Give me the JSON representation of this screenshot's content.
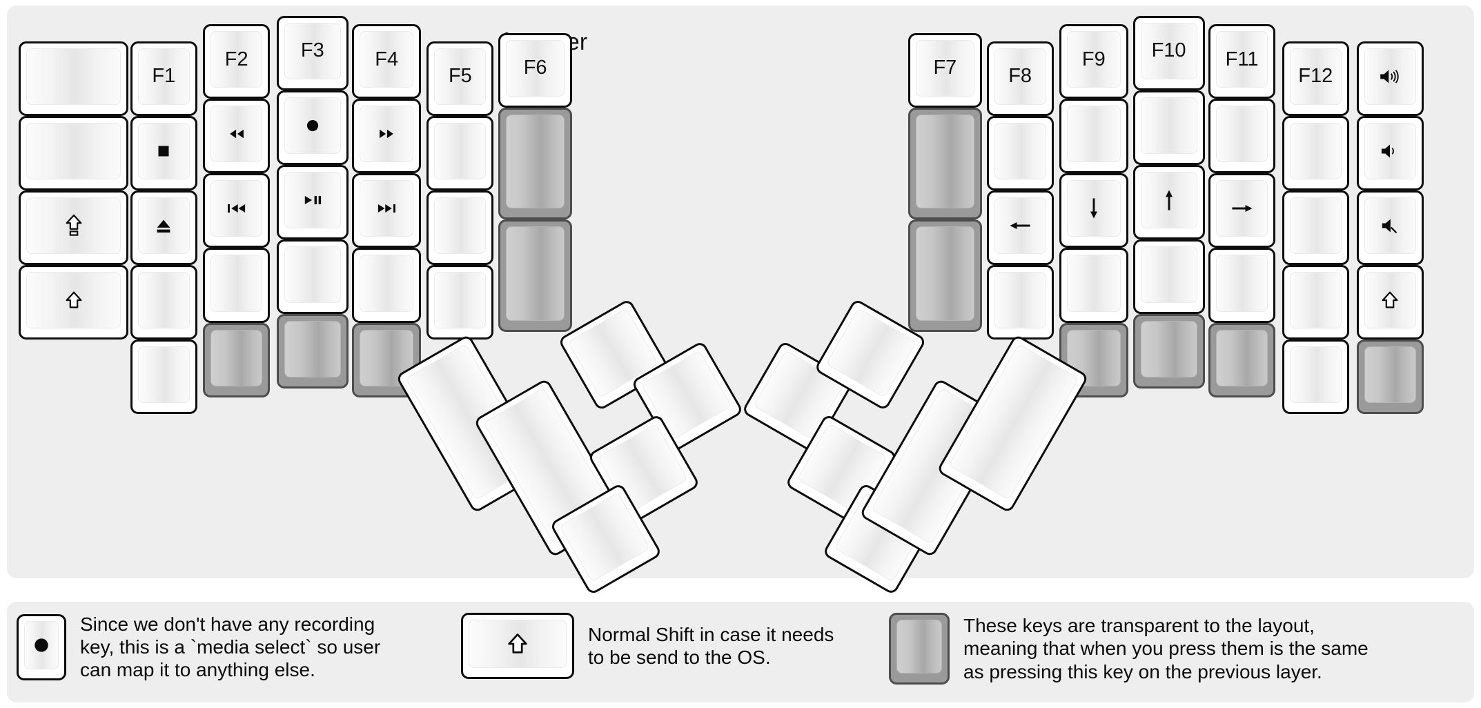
{
  "title": "fn Layer",
  "colors": {
    "background": "#eeeeee",
    "key_fill": "#ffffff",
    "key_border": "#0d0d0d",
    "transparent_fill": "#9a9a9a",
    "transparent_border": "#4d4d4d",
    "text": "#111111"
  },
  "left_half": {
    "columns": [
      {
        "name": "pinky-outer",
        "keys": [
          {
            "label": "",
            "icon": "",
            "transparent": false
          },
          {
            "label": "",
            "icon": "",
            "transparent": false
          },
          {
            "label": "",
            "icon": "caps-lock-icon",
            "transparent": false
          },
          {
            "label": "",
            "icon": "shift-icon",
            "transparent": false
          }
        ]
      },
      {
        "name": "pinky",
        "keys": [
          {
            "label": "F1",
            "icon": "",
            "transparent": false
          },
          {
            "label": "",
            "icon": "media-stop-icon",
            "transparent": false
          },
          {
            "label": "",
            "icon": "eject-icon",
            "transparent": false
          },
          {
            "label": "",
            "icon": "",
            "transparent": false
          },
          {
            "label": "",
            "icon": "",
            "transparent": false
          }
        ]
      },
      {
        "name": "ring",
        "keys": [
          {
            "label": "F2",
            "icon": "",
            "transparent": false
          },
          {
            "label": "",
            "icon": "media-rewind-icon",
            "transparent": false
          },
          {
            "label": "",
            "icon": "media-previous-icon",
            "transparent": false
          },
          {
            "label": "",
            "icon": "",
            "transparent": false
          },
          {
            "label": "",
            "icon": "",
            "transparent": true
          }
        ]
      },
      {
        "name": "middle",
        "keys": [
          {
            "label": "F3",
            "icon": "",
            "transparent": false
          },
          {
            "label": "",
            "icon": "media-record-icon",
            "transparent": false
          },
          {
            "label": "",
            "icon": "media-play-pause-icon",
            "transparent": false
          },
          {
            "label": "",
            "icon": "",
            "transparent": false
          },
          {
            "label": "",
            "icon": "",
            "transparent": true
          }
        ]
      },
      {
        "name": "index",
        "keys": [
          {
            "label": "F4",
            "icon": "",
            "transparent": false
          },
          {
            "label": "",
            "icon": "media-fast-forward-icon",
            "transparent": false
          },
          {
            "label": "",
            "icon": "media-next-icon",
            "transparent": false
          },
          {
            "label": "",
            "icon": "",
            "transparent": false
          },
          {
            "label": "",
            "icon": "",
            "transparent": true
          }
        ]
      },
      {
        "name": "inner",
        "keys": [
          {
            "label": "F5",
            "icon": "",
            "transparent": false
          },
          {
            "label": "",
            "icon": "",
            "transparent": false
          },
          {
            "label": "",
            "icon": "",
            "transparent": false
          },
          {
            "label": "",
            "icon": "",
            "transparent": false
          }
        ]
      },
      {
        "name": "inner-extra",
        "keys": [
          {
            "label": "F6",
            "icon": "",
            "transparent": false
          },
          {
            "label": "",
            "icon": "",
            "transparent": true
          },
          {
            "label": "",
            "icon": "",
            "transparent": true
          }
        ]
      }
    ],
    "thumb_cluster": [
      {
        "name": "thumb-big-1",
        "label": "",
        "transparent": false
      },
      {
        "name": "thumb-big-2",
        "label": "",
        "transparent": false
      },
      {
        "name": "thumb-small-1",
        "label": "",
        "transparent": false
      },
      {
        "name": "thumb-small-2",
        "label": "",
        "transparent": false
      },
      {
        "name": "thumb-small-3",
        "label": "",
        "transparent": false
      },
      {
        "name": "thumb-small-4",
        "label": "",
        "transparent": false
      }
    ]
  },
  "right_half": {
    "columns": [
      {
        "name": "inner-extra",
        "keys": [
          {
            "label": "F7",
            "icon": "",
            "transparent": false
          },
          {
            "label": "",
            "icon": "",
            "transparent": true
          },
          {
            "label": "",
            "icon": "",
            "transparent": true
          }
        ]
      },
      {
        "name": "inner",
        "keys": [
          {
            "label": "F8",
            "icon": "",
            "transparent": false
          },
          {
            "label": "",
            "icon": "",
            "transparent": false
          },
          {
            "label": "",
            "icon": "arrow-left-icon",
            "transparent": false
          },
          {
            "label": "",
            "icon": "",
            "transparent": false
          }
        ]
      },
      {
        "name": "index",
        "keys": [
          {
            "label": "F9",
            "icon": "",
            "transparent": false
          },
          {
            "label": "",
            "icon": "",
            "transparent": false
          },
          {
            "label": "",
            "icon": "arrow-down-icon",
            "transparent": false
          },
          {
            "label": "",
            "icon": "",
            "transparent": false
          },
          {
            "label": "",
            "icon": "",
            "transparent": true
          }
        ]
      },
      {
        "name": "middle",
        "keys": [
          {
            "label": "F10",
            "icon": "",
            "transparent": false
          },
          {
            "label": "",
            "icon": "",
            "transparent": false
          },
          {
            "label": "",
            "icon": "arrow-up-icon",
            "transparent": false
          },
          {
            "label": "",
            "icon": "",
            "transparent": false
          },
          {
            "label": "",
            "icon": "",
            "transparent": true
          }
        ]
      },
      {
        "name": "ring",
        "keys": [
          {
            "label": "F11",
            "icon": "",
            "transparent": false
          },
          {
            "label": "",
            "icon": "",
            "transparent": false
          },
          {
            "label": "",
            "icon": "arrow-right-icon",
            "transparent": false
          },
          {
            "label": "",
            "icon": "",
            "transparent": false
          },
          {
            "label": "",
            "icon": "",
            "transparent": true
          }
        ]
      },
      {
        "name": "pinky",
        "keys": [
          {
            "label": "F12",
            "icon": "",
            "transparent": false
          },
          {
            "label": "",
            "icon": "",
            "transparent": false
          },
          {
            "label": "",
            "icon": "",
            "transparent": false
          },
          {
            "label": "",
            "icon": "",
            "transparent": false
          },
          {
            "label": "",
            "icon": "",
            "transparent": false
          }
        ]
      },
      {
        "name": "pinky-outer",
        "keys": [
          {
            "label": "",
            "icon": "volume-up-icon",
            "transparent": false
          },
          {
            "label": "",
            "icon": "volume-down-icon",
            "transparent": false
          },
          {
            "label": "",
            "icon": "volume-mute-icon",
            "transparent": false
          },
          {
            "label": "",
            "icon": "shift-icon",
            "transparent": false
          },
          {
            "label": "",
            "icon": "",
            "transparent": true
          }
        ]
      }
    ],
    "thumb_cluster": [
      {
        "name": "thumb-small-1",
        "label": "",
        "transparent": false
      },
      {
        "name": "thumb-small-2",
        "label": "",
        "transparent": false
      },
      {
        "name": "thumb-small-3",
        "label": "",
        "transparent": false
      },
      {
        "name": "thumb-small-4",
        "label": "",
        "transparent": false
      },
      {
        "name": "thumb-big-1",
        "label": "",
        "transparent": false
      },
      {
        "name": "thumb-big-2",
        "label": "",
        "transparent": false
      }
    ]
  },
  "legend": [
    {
      "icon": "media-record-icon",
      "transparent": false,
      "text": "Since we don't have any recording\nkey, this is a `media select` so user\ncan map it to anything else."
    },
    {
      "icon": "shift-icon",
      "transparent": false,
      "text": "Normal Shift in case it needs\nto be send to the OS."
    },
    {
      "icon": "",
      "transparent": true,
      "text": "These keys are transparent to the layout,\nmeaning that when you press them is the same\nas pressing this key on the previous layer."
    }
  ]
}
